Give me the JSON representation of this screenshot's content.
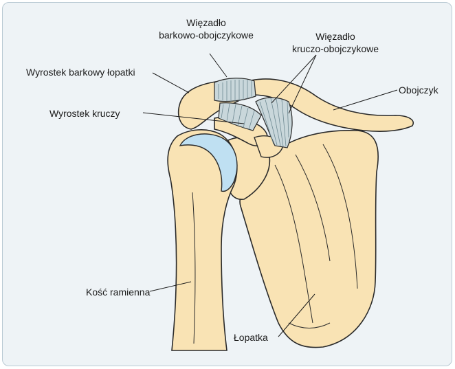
{
  "labels": {
    "acromioclavicular_ligament_line1": "Więzadło",
    "acromioclavicular_ligament_line2": "barkowo-obojczykowe",
    "coracoclavicular_ligament_line1": "Więzadło",
    "coracoclavicular_ligament_line2": "kruczo-obojczykowe",
    "acromion": "Wyrostek barkowy łopatki",
    "clavicle": "Obojczyk",
    "coracoid_process": "Wyrostek kruczy",
    "humerus": "Kość ramienna",
    "scapula": "Łopatka"
  },
  "colors": {
    "background": "#eef3f6",
    "border": "#b9c9d3",
    "bone": "#f9e3b4",
    "bone_outline": "#2a2a2a",
    "cartilage": "#bfe0f2",
    "ligament": "#c9d7db"
  }
}
